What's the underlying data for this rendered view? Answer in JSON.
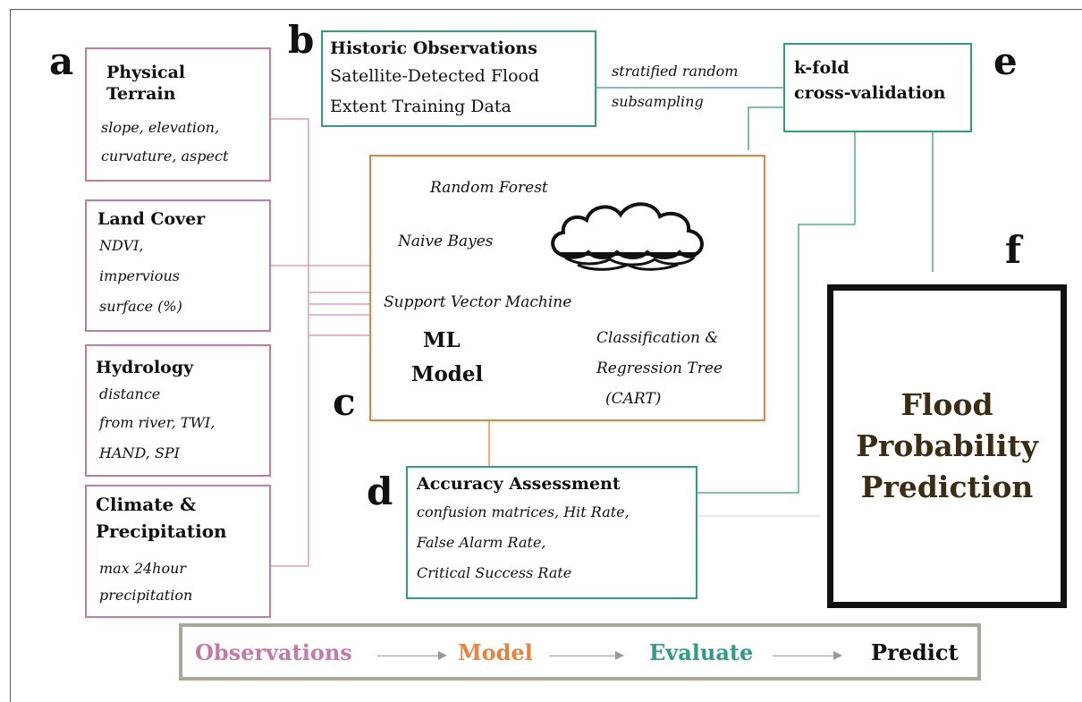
{
  "labels": {
    "a": "a",
    "b": "b",
    "c": "c",
    "d": "d",
    "e": "e",
    "f": "f"
  },
  "observations": {
    "physical_terrain": {
      "title_line1": "Physical",
      "title_line2": "Terrain",
      "line1": "slope, elevation,",
      "line2": "curvature,  aspect"
    },
    "land_cover": {
      "title": "Land Cover",
      "line1": "NDVI,",
      "line2": "impervious",
      "line3": " surface (%)"
    },
    "hydrology": {
      "title": "Hydrology",
      "line1": " distance",
      "line2": "from river, TWI,",
      "line3": " HAND, SPI"
    },
    "climate": {
      "title_line1": "Climate &",
      "title_line2": "Precipitation",
      "line1": "max 24hour",
      "line2": " precipitation"
    }
  },
  "historic": {
    "title": "Historic Observations",
    "line1": "Satellite-Detected Flood",
    "line2": "Extent Training Data"
  },
  "sampling": {
    "line1": "stratified random",
    "line2": "subsampling"
  },
  "cross_validation": {
    "line1": "k-fold",
    "line2": "cross-validation"
  },
  "model": {
    "random_forest": "Random Forest",
    "naive_bayes": "Naive Bayes",
    "svm": "Support Vector Machine",
    "cart_line1": "Classification &",
    "cart_line2": "Regression Tree",
    "cart_line3": "(CART)",
    "ml_line1": "ML",
    "ml_line2": "Model",
    "cloud_icon": "cloud-icon"
  },
  "accuracy": {
    "title": "Accuracy Assessment",
    "line1": "confusion matrices, Hit Rate,",
    "line2": "False Alarm Rate,",
    "line3": "Critical Success Rate"
  },
  "prediction": {
    "line1": "Flood",
    "line2": "Probability",
    "line3": "Prediction"
  },
  "legend": {
    "observations": "Observations",
    "model": "Model",
    "evaluate": "Evaluate",
    "predict": "Predict",
    "colors": {
      "observations": "#c47aa6",
      "model": "#e9823d",
      "evaluate": "#2f9d86",
      "predict": "#111111"
    }
  }
}
